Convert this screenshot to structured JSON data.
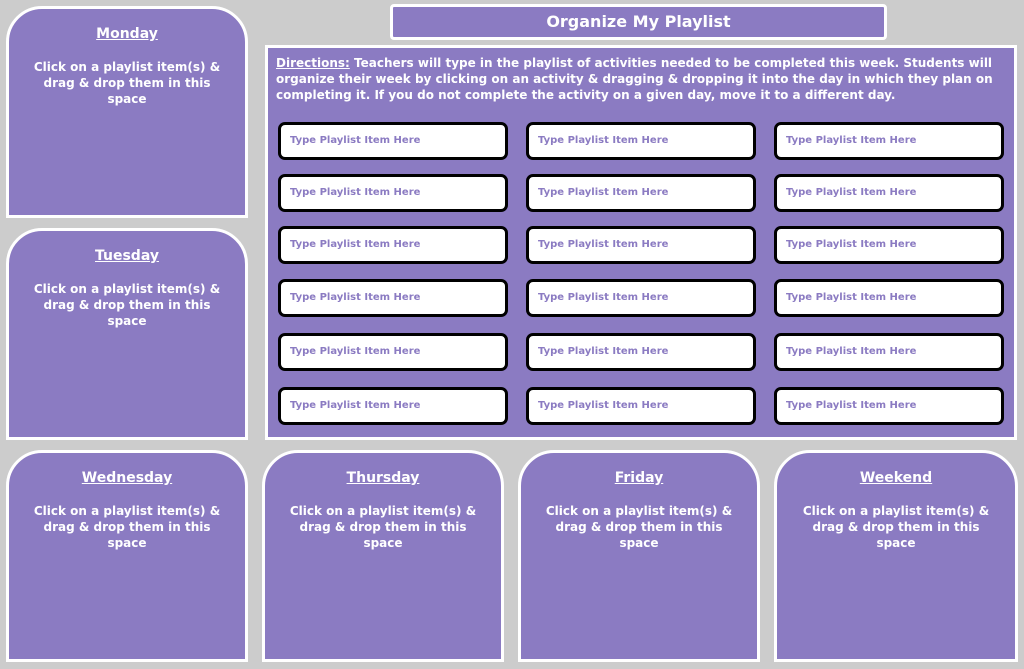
{
  "header": {
    "title": "Organize My Playlist"
  },
  "directions": {
    "label": "Directions:",
    "text": " Teachers will type in the playlist of activities needed to be completed this week. Students will organize their week by clicking on an activity & dragging & dropping it into the day in which they plan on completing it. If you do not complete the activity on a given day, move it to a different day."
  },
  "days": [
    {
      "name": "Monday",
      "hint": "Click on a playlist item(s) & drag & drop them in this space"
    },
    {
      "name": "Tuesday",
      "hint": "Click on a playlist item(s) & drag & drop them in this space"
    },
    {
      "name": "Wednesday",
      "hint": "Click on a playlist item(s) & drag & drop them in this space"
    },
    {
      "name": "Thursday",
      "hint": "Click on a playlist item(s) & drag & drop them in this space"
    },
    {
      "name": "Friday",
      "hint": "Click on a playlist item(s) & drag & drop them in this space"
    },
    {
      "name": "Weekend",
      "hint": "Click on a playlist item(s) & drag & drop them in this space"
    }
  ],
  "playlist": {
    "placeholder": "Type Playlist Item Here",
    "items": [
      "Type Playlist Item Here",
      "Type Playlist Item Here",
      "Type Playlist Item Here",
      "Type Playlist Item Here",
      "Type Playlist Item Here",
      "Type Playlist Item Here",
      "Type Playlist Item Here",
      "Type Playlist Item Here",
      "Type Playlist Item Here",
      "Type Playlist Item Here",
      "Type Playlist Item Here",
      "Type Playlist Item Here",
      "Type Playlist Item Here",
      "Type Playlist Item Here",
      "Type Playlist Item Here",
      "Type Playlist Item Here",
      "Type Playlist Item Here",
      "Type Playlist Item Here"
    ]
  },
  "colors": {
    "panel": "#8b7bc2",
    "background": "#cccccc",
    "item_text": "#8b7bc2"
  }
}
